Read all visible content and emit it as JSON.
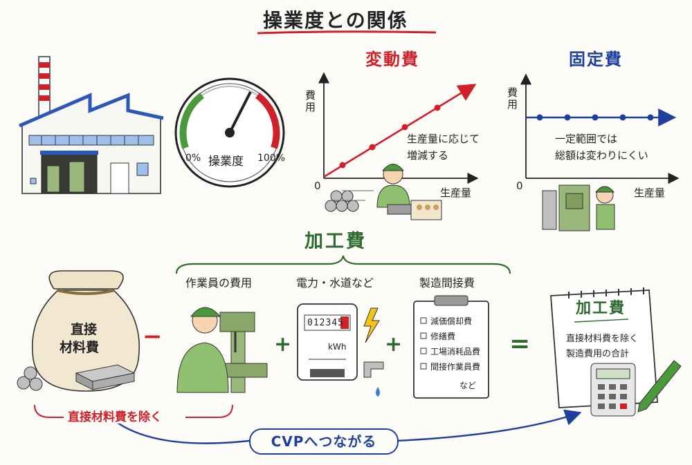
{
  "title": "操業度との関係",
  "gauge": {
    "label": "操業度",
    "min_label": "0%",
    "max_label": "100%"
  },
  "variable_cost": {
    "heading": "変動費",
    "y_axis": "費用",
    "x_axis": "生産量",
    "origin": "0",
    "note_line1": "生産量に応じて",
    "note_line2": "増減する"
  },
  "fixed_cost": {
    "heading": "固定費",
    "y_axis": "費用",
    "x_axis": "生産量",
    "origin": "0",
    "note_line1": "一定範囲では",
    "note_line2": "総額は変わりにくい"
  },
  "processing_cost_heading": "加工費",
  "direct_materials": {
    "line1": "直接",
    "line2": "材料費"
  },
  "labor": {
    "label": "作業員の費用"
  },
  "utilities": {
    "label": "電力・水道など",
    "meter_digits": "012345",
    "meter_unit": "kWh"
  },
  "overhead": {
    "label": "製造間接費",
    "items": [
      "減価償却費",
      "修繕費",
      "工場消耗品費",
      "間接作業員費"
    ],
    "more": "など"
  },
  "operators": {
    "minus": "−",
    "plus1": "+",
    "plus2": "+",
    "equals": "="
  },
  "result": {
    "heading": "加工費",
    "line1": "直接材料費を除く",
    "line2": "製造費用の合計"
  },
  "exclusion_note": "直接材料費を除く",
  "cvp_link": "CVPへつながる",
  "colors": {
    "red": "#d0202a",
    "blue": "#1e3fa0",
    "green": "#2d6b2f"
  }
}
